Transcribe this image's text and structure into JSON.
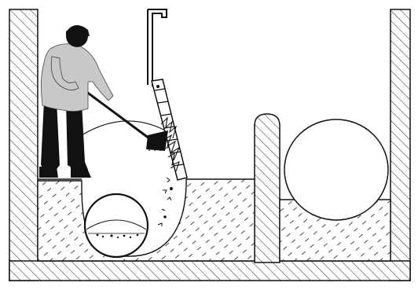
{
  "figure": {
    "kind": "technical-illustration",
    "colors": {
      "ink": "#111111",
      "hatch": "#222222",
      "paper": "#ffffff",
      "shirt": "#c8c8c8"
    },
    "elements": [
      "concrete-walls",
      "operator",
      "rake",
      "bar-screen",
      "screenings-debris",
      "inlet-pipe",
      "channel-divider-pier",
      "outlet-pipe",
      "water-surface"
    ]
  }
}
